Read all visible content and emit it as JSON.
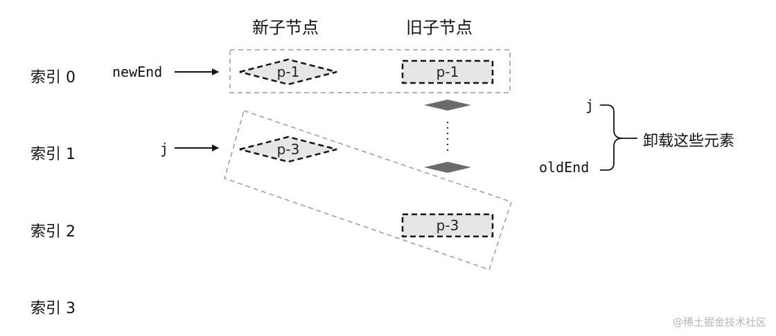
{
  "headers": {
    "new_children": "新子节点",
    "old_children": "旧子节点"
  },
  "rows": [
    {
      "label": "索引 0"
    },
    {
      "label": "索引 1"
    },
    {
      "label": "索引 2"
    },
    {
      "label": "索引 3"
    }
  ],
  "pointers": {
    "new_end": "newEnd",
    "j_left": "j",
    "j_right": "j",
    "old_end": "oldEnd"
  },
  "nodes": {
    "new_p1": "p-1",
    "new_p3": "p-3",
    "old_p1": "p-1",
    "old_p3": "p-3"
  },
  "annotation": {
    "remove_elements": "卸载这些元素"
  },
  "watermark": "@稀土掘金技术社区",
  "colors": {
    "line": "#111111",
    "dashed_box": "#9a9a9a",
    "node_fill": "#e6e6e6",
    "diamond": "#6b6b6b"
  }
}
